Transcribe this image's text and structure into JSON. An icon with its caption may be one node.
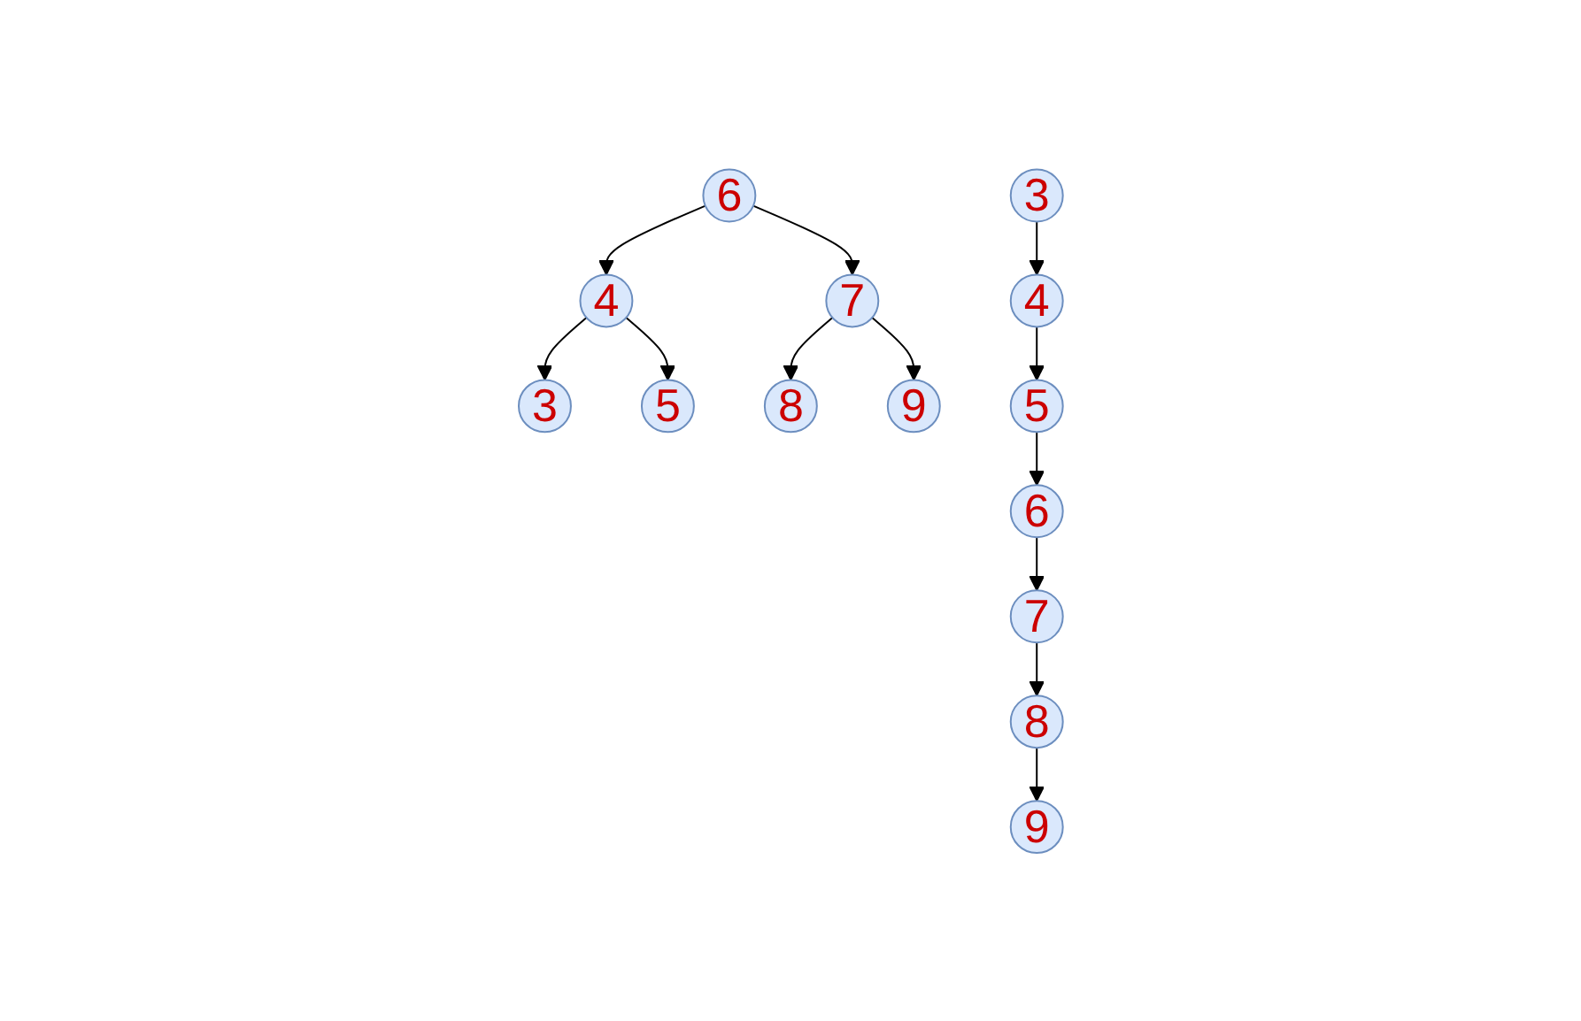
{
  "diagram": {
    "nodes": [
      {
        "text": [
          "6"
        ]
      },
      {
        "text": [
          "4"
        ]
      },
      {
        "text": [
          "7"
        ]
      },
      {
        "text": [
          "3"
        ]
      },
      {
        "text": [
          "5"
        ]
      },
      {
        "text": [
          "8"
        ]
      },
      {
        "text": [
          "9"
        ]
      },
      {
        "text": [
          "3"
        ]
      },
      {
        "text": [
          "4"
        ]
      },
      {
        "text": [
          "5"
        ]
      },
      {
        "text": [
          "6"
        ]
      },
      {
        "text": [
          "7"
        ]
      },
      {
        "text": [
          "8"
        ]
      },
      {
        "text": [
          "9"
        ]
      }
    ],
    "edges": [
      {
        "from": 0,
        "to": 1,
        "arrow": "to"
      },
      {
        "from": 0,
        "to": 2,
        "arrow": "to"
      },
      {
        "from": 1,
        "to": 3,
        "arrow": "to"
      },
      {
        "from": 1,
        "to": 4,
        "arrow": "to"
      },
      {
        "from": 2,
        "to": 5,
        "arrow": "to"
      },
      {
        "from": 2,
        "to": 6,
        "arrow": "to"
      },
      {
        "from": 7,
        "to": 8,
        "arrow": "to"
      },
      {
        "from": 8,
        "to": 9,
        "arrow": "to"
      },
      {
        "from": 9,
        "to": 10,
        "arrow": "to"
      },
      {
        "from": 10,
        "to": 11,
        "arrow": "to"
      },
      {
        "from": 11,
        "to": 12,
        "arrow": "to"
      },
      {
        "from": 12,
        "to": 13,
        "arrow": "to"
      }
    ]
  }
}
